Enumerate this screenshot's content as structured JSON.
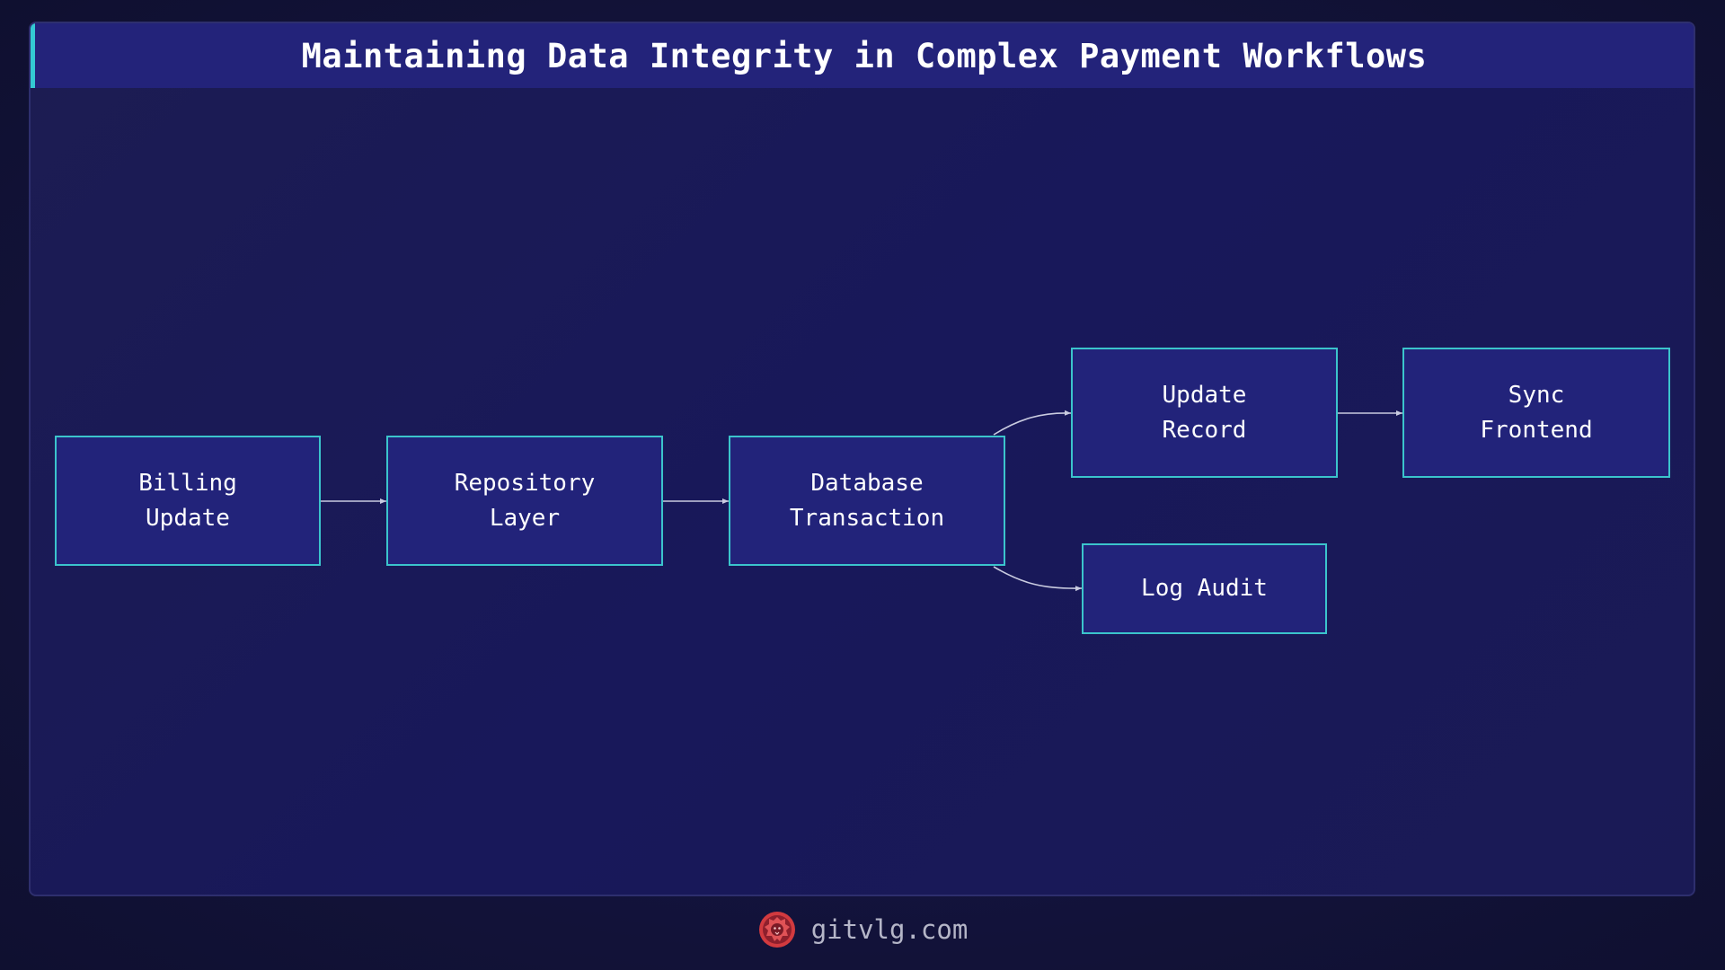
{
  "title": "Maintaining Data Integrity in Complex Payment Workflows",
  "nodes": {
    "billing": "Billing\nUpdate",
    "repository": "Repository\nLayer",
    "database": "Database\nTransaction",
    "update_record": "Update\nRecord",
    "sync_frontend": "Sync\nFrontend",
    "log_audit": "Log Audit"
  },
  "edges": [
    {
      "from": "Billing Update",
      "to": "Repository Layer"
    },
    {
      "from": "Repository Layer",
      "to": "Database Transaction"
    },
    {
      "from": "Database Transaction",
      "to": "Update Record"
    },
    {
      "from": "Database Transaction",
      "to": "Log Audit"
    },
    {
      "from": "Update Record",
      "to": "Sync Frontend"
    }
  ],
  "footer": {
    "site": "gitvlg.com",
    "logo_icon": "lion-logo-icon"
  },
  "colors": {
    "background": "#13133a",
    "panel": "#1c1c52",
    "title_bar": "#23237a",
    "accent": "#34c9d3",
    "node_fill": "#22237a",
    "node_border": "#3bc4cc",
    "edge": "#c9cbe0",
    "logo": "#d23a3f"
  }
}
